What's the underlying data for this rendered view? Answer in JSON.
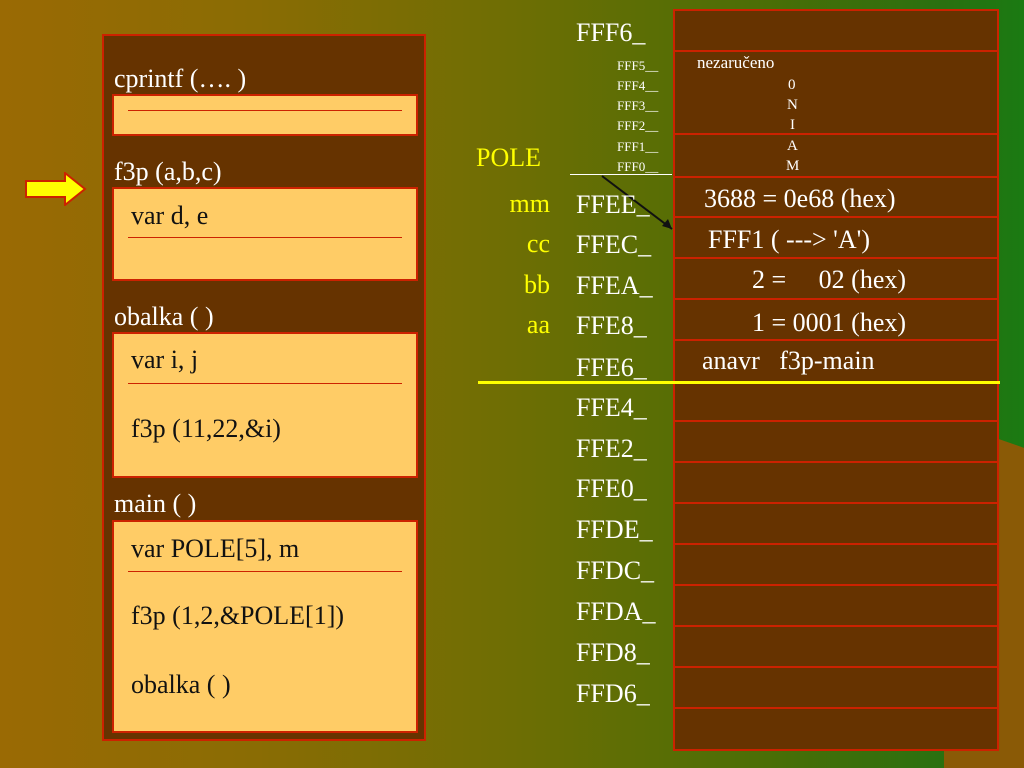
{
  "stack_panel": {
    "frames": [
      {
        "label": "cprintf (…. )",
        "lines": []
      },
      {
        "label": "f3p (a,b,c)",
        "lines": [
          "var d, e"
        ]
      },
      {
        "label": "obalka ( )",
        "lines": [
          "var i, j",
          "f3p (11,22,&i)"
        ]
      },
      {
        "label": "main ( )",
        "lines": [
          "var POLE[5], m",
          "f3p (1,2,&POLE[1])",
          "obalka ( )"
        ]
      }
    ]
  },
  "pointer_arrow": {
    "icon": "right-arrow-icon",
    "color": "#ffff00"
  },
  "memory": {
    "top_address": "FFF6_",
    "small_addresses": [
      "FFF5__",
      "FFF4__",
      "FFF3__",
      "FFF2__",
      "FFF1__",
      "FFF0__"
    ],
    "small_values": [
      "nezaručeno",
      "0",
      "N",
      "I",
      "A",
      "M"
    ],
    "array_label": "POLE",
    "rows": [
      {
        "var": "mm",
        "addr": "FFEE_",
        "value": "3688 = 0e68 (hex)"
      },
      {
        "var": "cc",
        "addr": "FFEC_",
        "value": "FFF1 ( --->  'A')"
      },
      {
        "var": "bb",
        "addr": "FFEA_",
        "value": "2 =     02 (hex)"
      },
      {
        "var": "aa",
        "addr": "FFE8_",
        "value": "1 = 0001 (hex)"
      },
      {
        "var": "",
        "addr": "FFE6_",
        "value": "anavr   f3p-main"
      }
    ],
    "lower_addresses": [
      "FFE4_",
      "FFE2_",
      "FFE0_",
      "FFDE_",
      "FFDC_",
      "FFDA_",
      "FFD8_",
      "FFD6_"
    ]
  },
  "colors": {
    "panel": "#663300",
    "box": "#ffcc66",
    "border": "#cc2200",
    "var_labels": "#ffff00"
  }
}
